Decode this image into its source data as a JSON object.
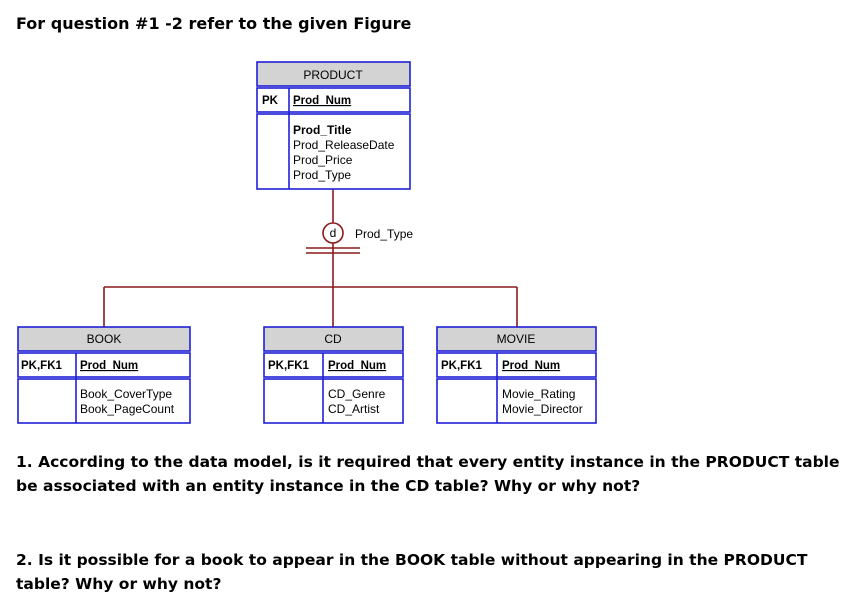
{
  "heading": "For question #1 -2 refer to the given Figure",
  "diagram": {
    "colors": {
      "entity_border": "#1f1fd6",
      "header_fill": "#d3d3d3",
      "relation_line": "#8b1a1a"
    },
    "product": {
      "title": "PRODUCT",
      "key_label": "PK",
      "pk": "Prod_Num",
      "attributes": [
        "Prod_Title",
        "Prod_ReleaseDate",
        "Prod_Price",
        "Prod_Type"
      ]
    },
    "discriminator": {
      "symbol": "d",
      "label": "Prod_Type"
    },
    "book": {
      "title": "BOOK",
      "key_label": "PK,FK1",
      "pk": "Prod_Num",
      "attributes": [
        "Book_CoverType",
        "Book_PageCount"
      ]
    },
    "cd": {
      "title": "CD",
      "key_label": "PK,FK1",
      "pk": "Prod_Num",
      "attributes": [
        "CD_Genre",
        "CD_Artist"
      ]
    },
    "movie": {
      "title": "MOVIE",
      "key_label": "PK,FK1",
      "pk": "Prod_Num",
      "attributes": [
        "Movie_Rating",
        "Movie_Director"
      ]
    }
  },
  "questions": {
    "q1": "1. According to the data model, is it required that every entity instance in the PRODUCT table be associated with an entity instance in the CD table?  Why or why not?",
    "q2": "2. Is it possible for a book to appear in the BOOK table without appearing in the PRODUCT table?  Why or why not?"
  }
}
